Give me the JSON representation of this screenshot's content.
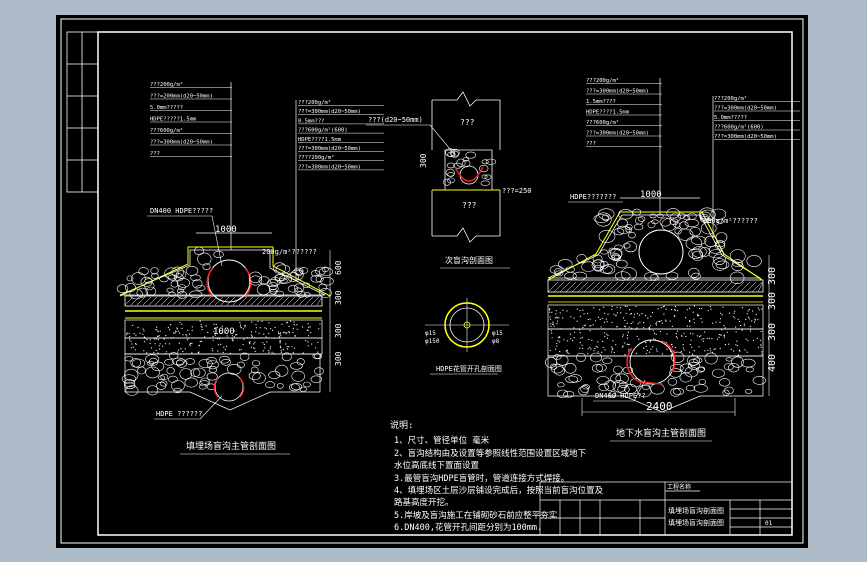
{
  "notes": {
    "heading": "说明:",
    "lines": [
      "1、尺寸、管径单位 毫米",
      "2、盲沟结构由及设置等参照线性范围设置区域地下",
      "水位高底线下置面设置",
      "3.最管盲沟HDPE盲管时，管道连接方式焊接。",
      "4、填埋场区土层沙层铺设完成后，按照当前盲沟位置及",
      "路基高度开挖。",
      "5.岸坡及盲沟施工在铺砌砂石前应整平夯实",
      "6.DN400,花管开孔间距分别为100mm."
    ]
  },
  "left_section": {
    "callouts": [
      "???200g/m²",
      "???=200mm(d20~50mm)",
      "5.0mm?????",
      "HDPE?????1.5mm",
      "???600g/m²",
      "???=300mm(d20~50mm)",
      "???"
    ],
    "callouts_right": [
      "???200g/m²",
      "???=300mm(d20~50mm)",
      "0.5mm???",
      "???600g/m²(600)",
      "HDPE????1.5mm",
      "???=300mm(d20~50mm)",
      "????200g/m²",
      "???=300mm(d20~50mm)"
    ],
    "pipe_label": "DN400 HDPE?????",
    "geotextile_label": "200g/m²??????",
    "hdpe_label": "HDPE ??????",
    "dims": {
      "top_width": "1000",
      "mid_width": "1000",
      "v1": "600",
      "v2": "300",
      "v3": "300",
      "v4": "300"
    },
    "caption": "填埋场盲沟主管剖面图"
  },
  "middle_section": {
    "top_label": "???(d20~50mm)",
    "inner_label": "???",
    "dim_left": "300",
    "dim_right": "???=250",
    "bottom_label": "???",
    "caption": "次盲沟剖面图",
    "pipe_caption": "HDPE花管开孔剖面图",
    "pipe_labels": [
      "φ15",
      "φ150",
      "φ15",
      "φ8"
    ]
  },
  "right_section": {
    "callouts": [
      "???200g/m²",
      "???=300mm(d20~50mm)",
      "1.5mm????",
      "HDPE????1.5mm",
      "???600g/m²",
      "???=300mm(d20~50mm)",
      "???"
    ],
    "callouts_right": [
      "???200g/m²",
      "???=300mm(d20~50mm)",
      "5.0mm?????",
      "???600g/m²(600)",
      "???=300mm(d20~50mm)"
    ],
    "hdpe_label": "HDPE???????",
    "geotextile_label": "200g/m²??????",
    "pipe_label": "DN400 HDPE??",
    "dims": {
      "top_width": "1000",
      "bottom_width": "2400",
      "v1": "300",
      "v2": "300",
      "v3": "300",
      "v4": "400"
    },
    "caption": "地下水盲沟主管剖面图"
  },
  "title_block": {
    "project": "填埋场盲沟剖面图",
    "drawing": "填埋场盲沟剖面图",
    "code": "01",
    "label": "工程名称"
  },
  "colors": {
    "background": "#000000",
    "screen": "#adbac8",
    "frame": "#ffffff",
    "yellow": "#ffff00",
    "red": "#ff2020",
    "green": "#00ff00"
  }
}
